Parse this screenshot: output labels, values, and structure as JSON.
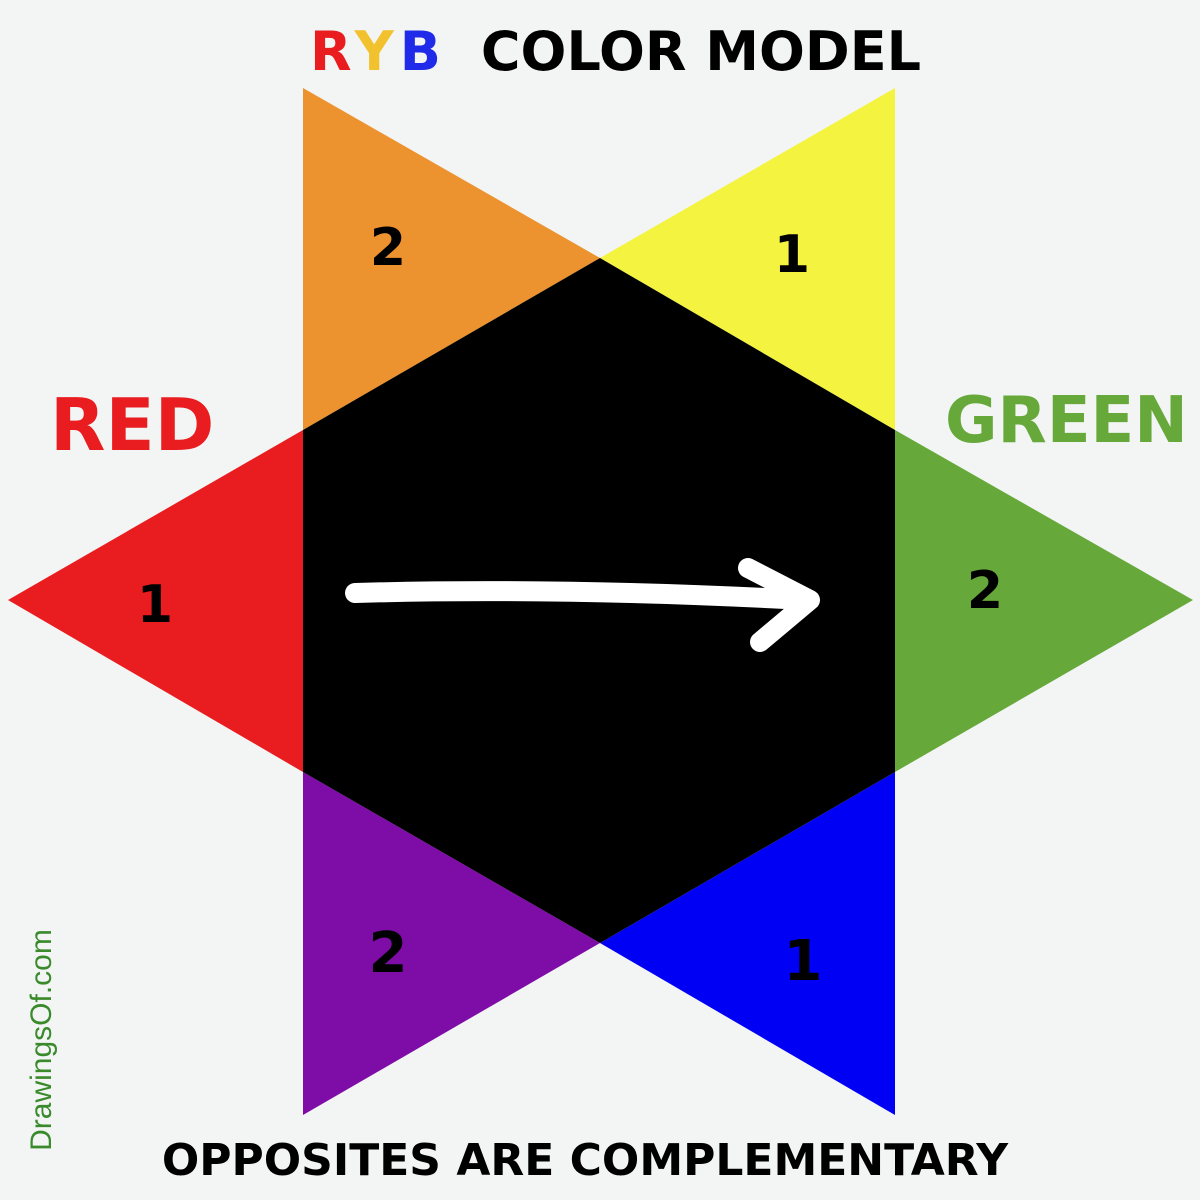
{
  "title": {
    "letter_r": "R",
    "letter_y": "Y",
    "letter_b": "B",
    "rest": "COLOR MODEL"
  },
  "left_label": "RED",
  "right_label": "GREEN",
  "footer": "OPPOSITES ARE COMPLEMENTARY",
  "watermark": "DrawingsOf.com",
  "colors": {
    "background": "#f3f5f4",
    "center": "#000000",
    "orange": "#ec922e",
    "yellow": "#f4f440",
    "red": "#e91c1f",
    "green": "#66a83a",
    "purple": "#7d0da6",
    "blue": "#0000f5",
    "title_r": "#e91c1f",
    "title_y": "#f2c12e",
    "title_b": "#1f2be8",
    "label_red": "#e91c1f",
    "label_green": "#66a83a",
    "watermark": "#3a8a2c"
  },
  "points": [
    {
      "id": "orange",
      "color_name": "orange",
      "number": "2"
    },
    {
      "id": "yellow",
      "color_name": "yellow",
      "number": "1"
    },
    {
      "id": "red",
      "color_name": "red",
      "number": "1"
    },
    {
      "id": "green",
      "color_name": "green",
      "number": "2"
    },
    {
      "id": "purple",
      "color_name": "purple",
      "number": "2"
    },
    {
      "id": "blue",
      "color_name": "blue",
      "number": "1"
    }
  ],
  "arrow": {
    "color": "#ffffff",
    "direction": "right"
  }
}
